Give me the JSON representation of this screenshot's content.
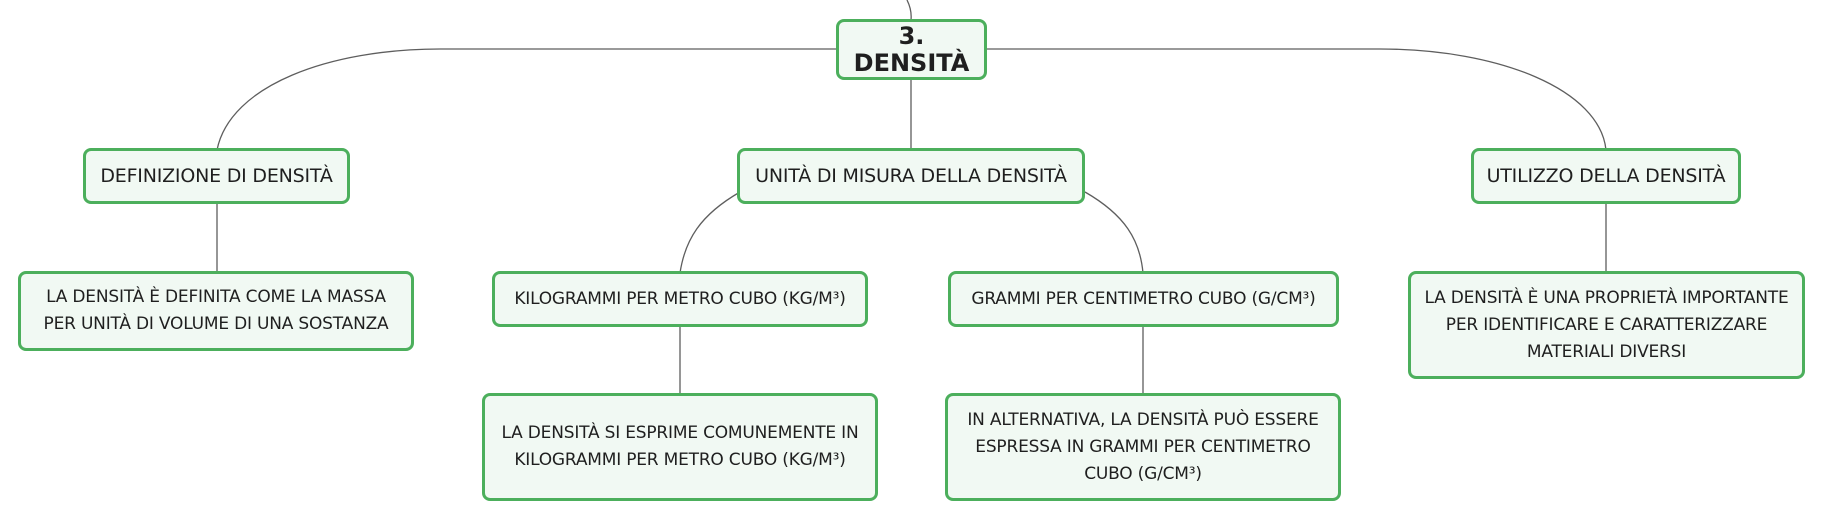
{
  "colors": {
    "node_border": "#4caf5c",
    "node_fill": "#f1f9f3",
    "connector": "#5e5e5e",
    "text": "#1f1f1f"
  },
  "root": {
    "label": "3. DENSITÀ"
  },
  "topics": {
    "definition": {
      "label": "DEFINIZIONE DI DENSITÀ",
      "detail": "LA DENSITÀ È DEFINITA COME LA MASSA PER UNITÀ DI VOLUME DI UNA SOSTANZA"
    },
    "units": {
      "label": "UNITÀ DI MISURA DELLA DENSITÀ",
      "kg": {
        "label": "KILOGRAMMI PER METRO CUBO (KG/M³)",
        "detail": "LA DENSITÀ SI ESPRIME COMUNEMENTE IN KILOGRAMMI PER METRO CUBO (KG/M³)"
      },
      "g": {
        "label": "GRAMMI PER CENTIMETRO CUBO (G/CM³)",
        "detail": "IN ALTERNATIVA, LA DENSITÀ PUÒ ESSERE ESPRESSA IN GRAMMI PER CENTIMETRO CUBO (G/CM³)"
      }
    },
    "usage": {
      "label": "UTILIZZO DELLA DENSITÀ",
      "detail": "LA DENSITÀ È UNA PROPRIETÀ IMPORTANTE PER IDENTIFICARE E CARATTERIZZARE MATERIALI DIVERSI"
    }
  }
}
